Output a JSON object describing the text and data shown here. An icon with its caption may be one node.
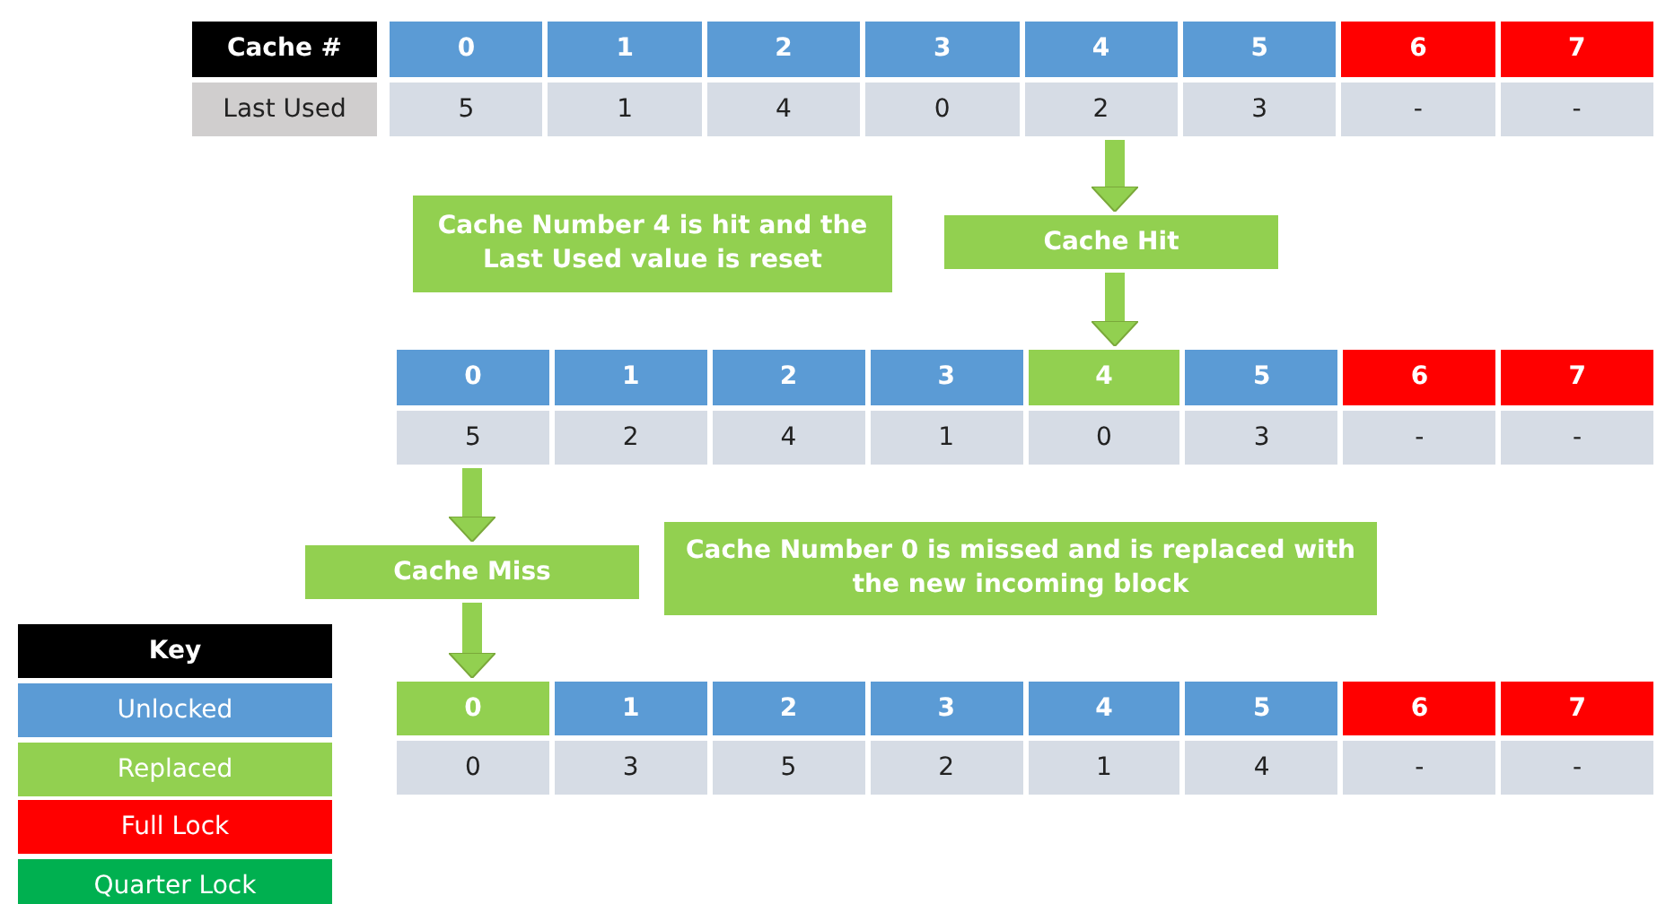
{
  "diagram": {
    "nodes": [
      {
        "text": [],
        "shape": "table"
      },
      {
        "text": [
          "Cache Number 4 is hit and the Last Used value is reset"
        ]
      },
      {
        "text": [
          "Cache Hit"
        ]
      },
      {
        "text": [],
        "shape": "table"
      },
      {
        "text": [
          "Cache Miss"
        ]
      },
      {
        "text": [
          "Cache Number 0 is missed and is replaced with the new incoming block"
        ]
      },
      {
        "text": [],
        "shape": "table"
      }
    ],
    "edges": [
      {
        "from": 0,
        "to": 2,
        "arrow": "to"
      },
      {
        "from": 2,
        "to": 3,
        "arrow": "to"
      },
      {
        "from": 3,
        "to": 4,
        "arrow": "to"
      },
      {
        "from": 4,
        "to": 6,
        "arrow": "to"
      }
    ],
    "labels": [
      "Cache #",
      "0",
      "1",
      "2",
      "3",
      "4",
      "5",
      "6",
      "7",
      "Last Used",
      "5",
      "1",
      "4",
      "0",
      "2",
      "3",
      "-",
      "-",
      "0",
      "1",
      "2",
      "3",
      "4",
      "5",
      "6",
      "7",
      "5",
      "2",
      "4",
      "1",
      "0",
      "3",
      "-",
      "-",
      "Key",
      "0",
      "1",
      "2",
      "3",
      "4",
      "5",
      "6",
      "7",
      "0",
      "3",
      "5",
      "2",
      "1",
      "4",
      "-",
      "-"
    ],
    "legend": [
      {
        "text": "Unlocked",
        "color": "#5b9bd5"
      },
      {
        "text": "Replaced",
        "color": "#92d050"
      },
      {
        "text": "Full Lock",
        "color": "#ff0000"
      },
      {
        "text": "Quarter Lock",
        "color": "#00b050"
      }
    ]
  }
}
